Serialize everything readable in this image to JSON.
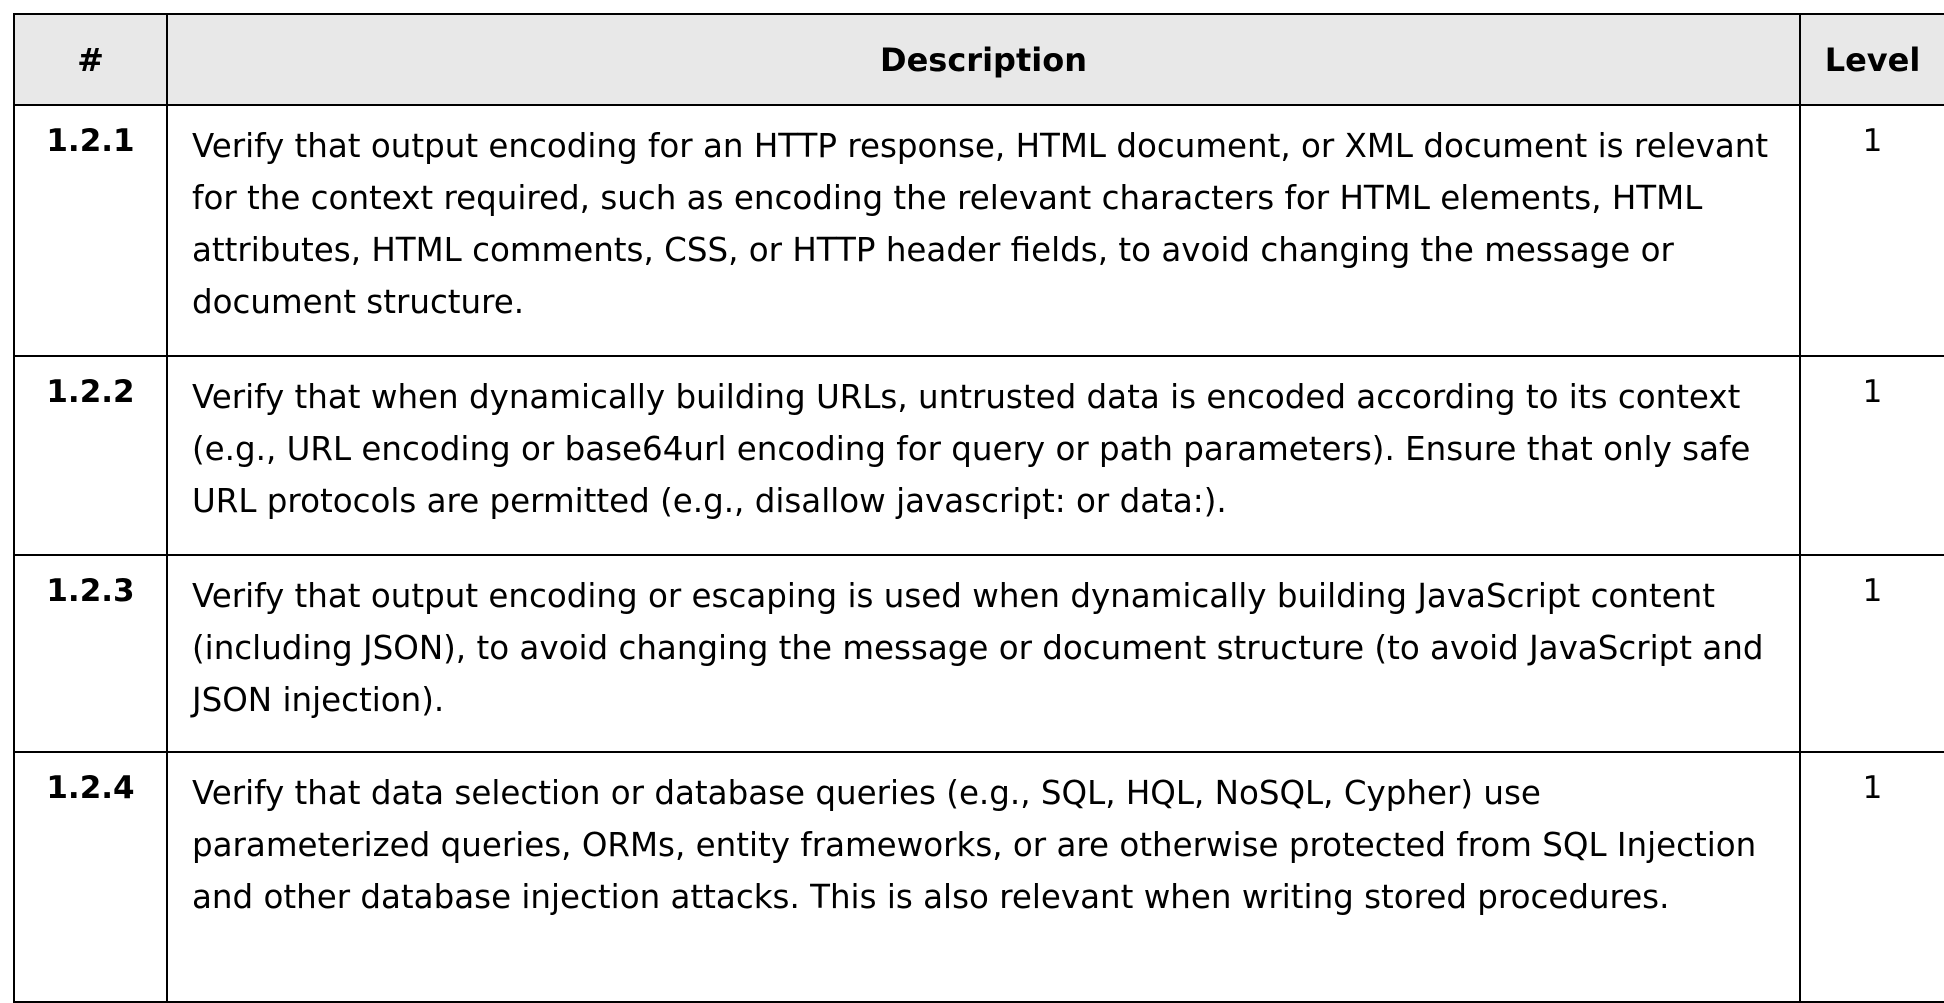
{
  "table": {
    "headers": {
      "id": "#",
      "description": "Description",
      "level": "Level"
    },
    "rows": [
      {
        "id": "1.2.1",
        "description": "Verify that output encoding for an HTTP response, HTML document, or XML document is relevant for the context required, such as encoding the relevant characters for HTML elements, HTML attributes, HTML comments, CSS, or HTTP header fields, to avoid changing the message or document structure.",
        "level": "1"
      },
      {
        "id": "1.2.2",
        "description": "Verify that when dynamically building URLs, untrusted data is encoded according to its context (e.g., URL encoding or base64url encoding for query or path parameters). Ensure that only safe URL protocols are permitted (e.g., disallow javascript: or data:).",
        "level": "1"
      },
      {
        "id": "1.2.3",
        "description": "Verify that output encoding or escaping is used when dynamically building JavaScript content (including JSON), to avoid changing the message or document structure (to avoid JavaScript and JSON injection).",
        "level": "1"
      },
      {
        "id": "1.2.4",
        "description": "Verify that data selection or database queries (e.g., SQL, HQL, NoSQL, Cypher) use parameterized queries, ORMs, entity frameworks, or are otherwise protected from SQL Injection and other database injection attacks. This is also relevant when writing stored procedures.",
        "level": "1"
      }
    ]
  }
}
